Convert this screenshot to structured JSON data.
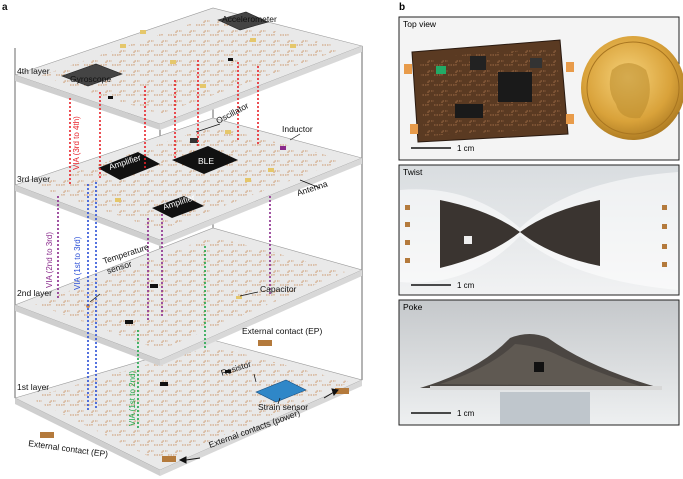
{
  "panels": {
    "a_label": "a",
    "b_label": "b"
  },
  "layers": {
    "layer4": "4th layer",
    "layer3": "3rd layer",
    "layer2": "2nd layer",
    "layer1": "1st layer"
  },
  "components": {
    "accelerometer": "Accelerometer",
    "gyroscope": "Gyroscope",
    "oscillator": "Oscillator",
    "inductor": "Inductor",
    "amplifier_top": "Amplifier",
    "ble": "BLE",
    "amplifier_bottom": "Amplifier",
    "antenna": "Antenna",
    "temperature_sensor_line1": "Temperature",
    "temperature_sensor_line2": "sensor",
    "capacitor": "Capacitor",
    "resistor": "Resistor",
    "strain_sensor": "Strain sensor",
    "external_contact_ep_top": "External contact (EP)",
    "external_contact_ep_bottom": "External contact (EP)",
    "external_contacts_power": "External contacts (power)"
  },
  "vias": {
    "via_3rd_4th": "VIA (3rd to 4th)",
    "via_2nd_3rd": "VIA (2nd to 3rd)",
    "via_1st_3rd": "VIA (1st to 3rd)",
    "via_1st_2nd": "VIA (1st to 2nd)"
  },
  "colors": {
    "via_3rd_4th": "#e8232a",
    "via_2nd_3rd": "#8a2a8c",
    "via_1st_3rd": "#2b4fd6",
    "via_1st_2nd": "#1fa64a",
    "trace": "#c98e5c",
    "chip": "#111111"
  },
  "photos": {
    "top_view_title": "Top view",
    "twist_title": "Twist",
    "poke_title": "Poke",
    "scale_top": "1 cm",
    "scale_twist": "1 cm",
    "scale_poke": "1 cm"
  }
}
